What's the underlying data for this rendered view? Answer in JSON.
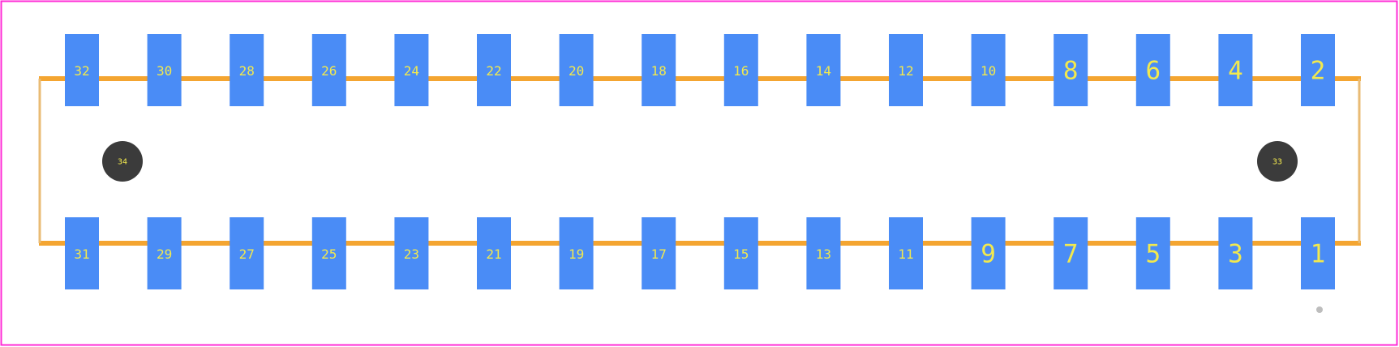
{
  "colors": {
    "board_outline": "#ff2bd6",
    "silkscreen": "#f4a531",
    "silkscreen_side": "#e9bb74",
    "pad": "#4a8cf6",
    "pad_label": "#f2e94e",
    "mounting_hole": "#3b3b3b",
    "hole_label": "#f2e94e",
    "origin_marker": "#bdbdbd"
  },
  "top_row_pads": [
    "32",
    "30",
    "28",
    "26",
    "24",
    "22",
    "20",
    "18",
    "16",
    "14",
    "12",
    "10",
    "8",
    "6",
    "4",
    "2"
  ],
  "bottom_row_pads": [
    "31",
    "29",
    "27",
    "25",
    "23",
    "21",
    "19",
    "17",
    "15",
    "13",
    "11",
    "9",
    "7",
    "5",
    "3",
    "1"
  ],
  "mounting_holes": [
    {
      "label": "34",
      "side": "left"
    },
    {
      "label": "33",
      "side": "right"
    }
  ]
}
